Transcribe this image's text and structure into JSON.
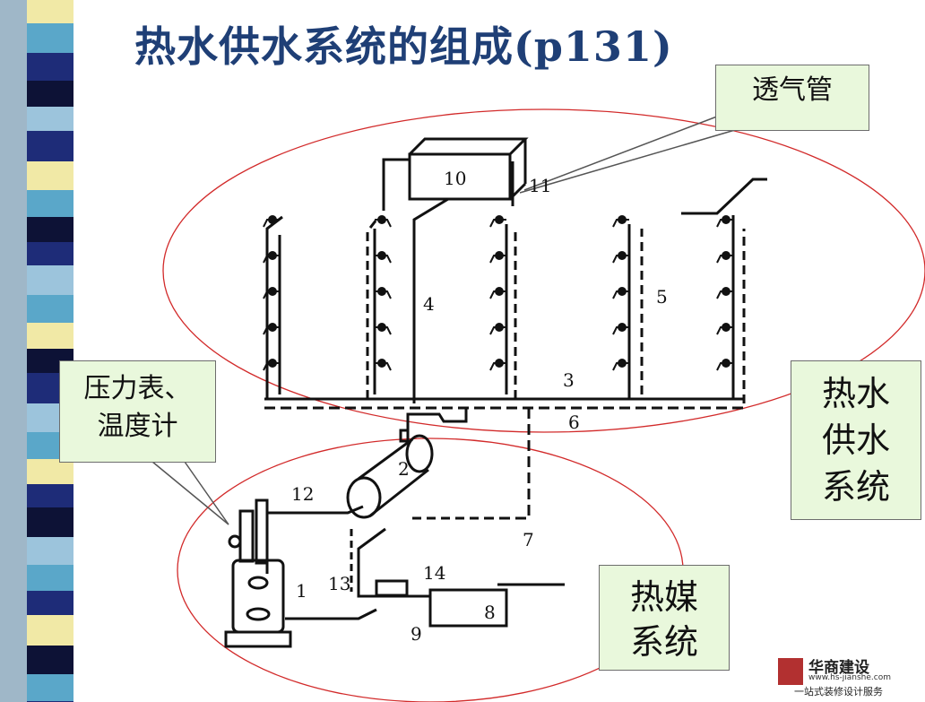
{
  "slide_title": "热水供水系统的组成(p131)",
  "callouts": {
    "vent_pipe": "透气管",
    "gauge": [
      "压力表、",
      "温度计"
    ],
    "hot_water_system": [
      "热水",
      "供水",
      "系统"
    ],
    "heat_medium_system": [
      "热媒",
      "系统"
    ]
  },
  "diagram_numbers": [
    "1",
    "2",
    "3",
    "4",
    "5",
    "6",
    "7",
    "8",
    "9",
    "10",
    "11",
    "12",
    "13",
    "14"
  ],
  "watermark": {
    "name": "华商建设",
    "url": "www.hs-jianshe.com",
    "tagline": "一站式装修设计服务"
  },
  "colors": {
    "title": "#1f3f76",
    "callout_fill": "#e9f8dc",
    "ellipse": "#d22a2a",
    "sidebar": [
      "#1e2c78",
      "#f1e9a6",
      "#5aa7c9",
      "#0d1236",
      "#9cc4dc"
    ]
  }
}
